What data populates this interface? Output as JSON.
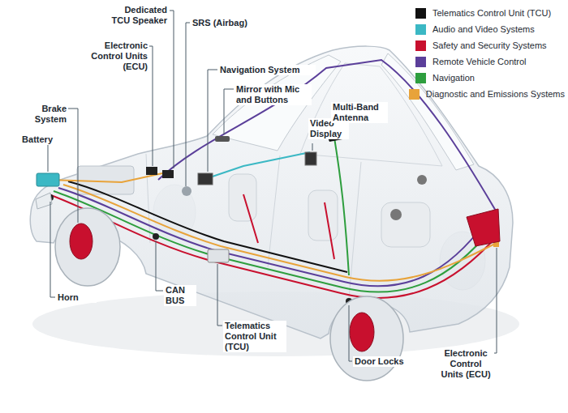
{
  "diagram": {
    "labels": [
      "Dedicated TCU Speaker",
      "SRS (Airbag)",
      "Electronic Control Units (ECU)",
      "Navigation System",
      "Mirror with Mic and Buttons",
      "Video Display",
      "Multi-Band Antenna",
      "Brake System",
      "Battery",
      "Horn",
      "CAN BUS",
      "Telematics Control Unit (TCU)",
      "Door Locks",
      "Electronic Control Units (ECU)"
    ],
    "legend": [
      {
        "text": "Telematics Control Unit (TCU)",
        "color": "#111111"
      },
      {
        "text": "Audio and Video Systems",
        "color": "#3bb8c4"
      },
      {
        "text": "Safety and Security Systems",
        "color": "#c8102e"
      },
      {
        "text": "Remote Vehicle Control",
        "color": "#5b3f9a"
      },
      {
        "text": "Navigation",
        "color": "#2e9e3e"
      },
      {
        "text": "Diagnostic and Emissions Systems",
        "color": "#e8a33a"
      }
    ]
  }
}
